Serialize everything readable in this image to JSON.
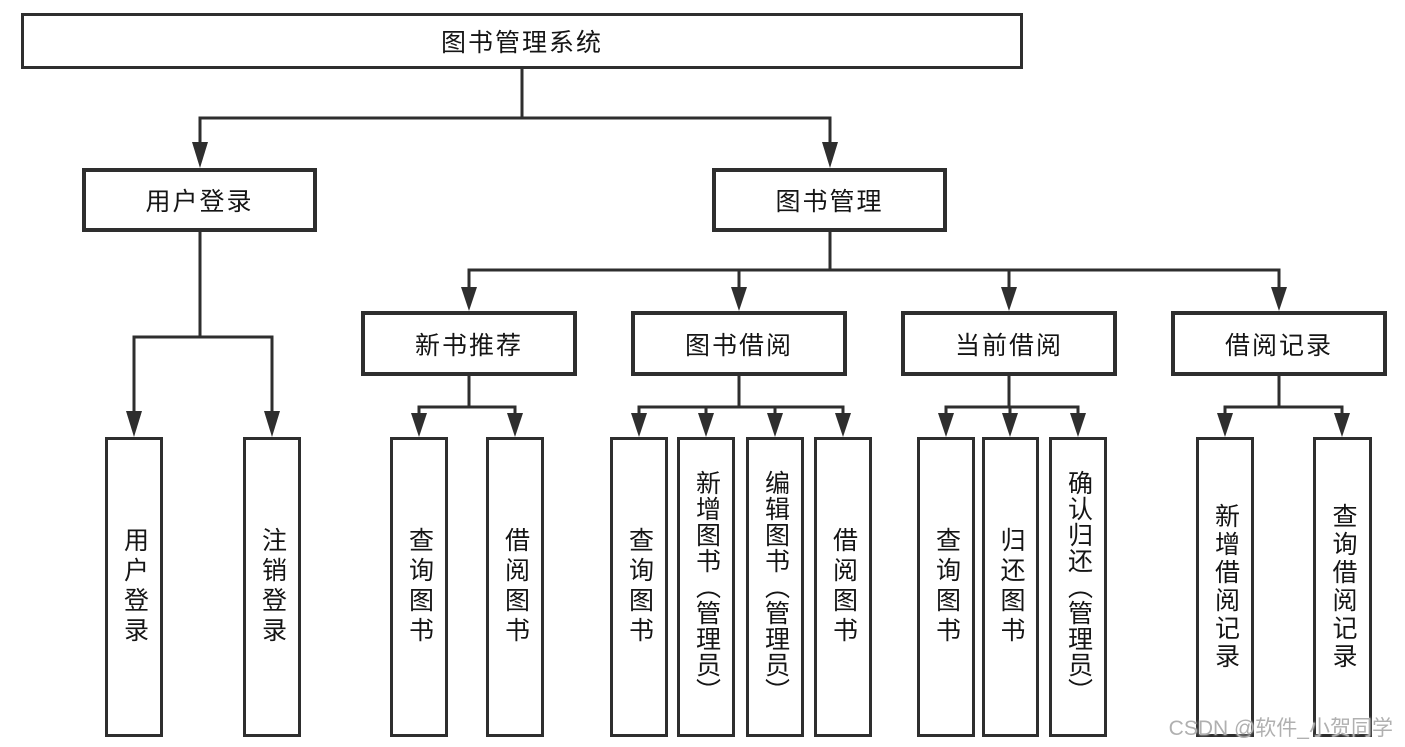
{
  "tree": {
    "root": {
      "label": "图书管理系统"
    },
    "branches": [
      {
        "label": "用户登录",
        "children": [
          {
            "label": "用户登录"
          },
          {
            "label": "注销登录"
          }
        ]
      },
      {
        "label": "图书管理",
        "children": [
          {
            "label": "新书推荐",
            "children": [
              {
                "label": "查询图书"
              },
              {
                "label": "借阅图书"
              }
            ]
          },
          {
            "label": "图书借阅",
            "children": [
              {
                "label": "查询图书"
              },
              {
                "label": "新增图书（管理员）"
              },
              {
                "label": "编辑图书（管理员）"
              },
              {
                "label": "借阅图书"
              }
            ]
          },
          {
            "label": "当前借阅",
            "children": [
              {
                "label": "查询图书"
              },
              {
                "label": "归还图书"
              },
              {
                "label": "确认归还（管理员）"
              }
            ]
          },
          {
            "label": "借阅记录",
            "children": [
              {
                "label": "新增借阅记录"
              },
              {
                "label": "查询借阅记录"
              }
            ]
          }
        ]
      }
    ]
  },
  "watermark": "CSDN @软件_小贺同学",
  "colors": {
    "line": "#2e2e2e",
    "text": "#151515",
    "background": "#ffffff",
    "watermark": "#b0b0b0"
  }
}
